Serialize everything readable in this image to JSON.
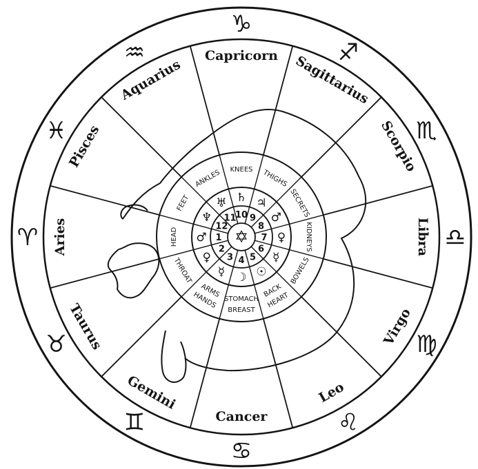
{
  "signs": [
    {
      "name": "Capricorn",
      "glyph": "♑",
      "glyph_name": "capricorn-icon"
    },
    {
      "name": "Sagittarius",
      "glyph": "♐",
      "glyph_name": "sagittarius-icon"
    },
    {
      "name": "Scorpio",
      "glyph": "♏",
      "glyph_name": "scorpio-icon"
    },
    {
      "name": "Libra",
      "glyph": "♎",
      "glyph_name": "libra-icon"
    },
    {
      "name": "Virgo",
      "glyph": "♍",
      "glyph_name": "virgo-icon"
    },
    {
      "name": "Leo",
      "glyph": "♌",
      "glyph_name": "leo-icon"
    },
    {
      "name": "Cancer",
      "glyph": "♋",
      "glyph_name": "cancer-icon"
    },
    {
      "name": "Gemini",
      "glyph": "♊",
      "glyph_name": "gemini-icon"
    },
    {
      "name": "Taurus",
      "glyph": "♉",
      "glyph_name": "taurus-icon"
    },
    {
      "name": "Aries",
      "glyph": "♈",
      "glyph_name": "aries-icon"
    },
    {
      "name": "Pisces",
      "glyph": "♓",
      "glyph_name": "pisces-icon"
    },
    {
      "name": "Aquarius",
      "glyph": "♒",
      "glyph_name": "aquarius-icon"
    }
  ],
  "body_parts": [
    {
      "lines": [
        "KNEES"
      ]
    },
    {
      "lines": [
        "THIGHS"
      ]
    },
    {
      "lines": [
        "SECRETS"
      ]
    },
    {
      "lines": [
        "KIDNEYS"
      ]
    },
    {
      "lines": [
        "BOWELS"
      ]
    },
    {
      "lines": [
        "HEART",
        "BACK"
      ]
    },
    {
      "lines": [
        "BREAST",
        "STOMACH"
      ]
    },
    {
      "lines": [
        "HANDS",
        "ARMS"
      ]
    },
    {
      "lines": [
        "THROAT"
      ]
    },
    {
      "lines": [
        "HEAD"
      ]
    },
    {
      "lines": [
        "FEET"
      ]
    },
    {
      "lines": [
        "ANKLES"
      ]
    }
  ],
  "planets": [
    {
      "symbol": "♄",
      "name": "saturn-icon"
    },
    {
      "symbol": "♃",
      "name": "jupiter-icon"
    },
    {
      "symbol": "♂",
      "name": "mars-icon"
    },
    {
      "symbol": "♀",
      "name": "venus-icon"
    },
    {
      "symbol": "☿",
      "name": "mercury-icon"
    },
    {
      "symbol": "☉",
      "name": "sun-icon"
    },
    {
      "symbol": "☽",
      "name": "moon-icon"
    },
    {
      "symbol": "☿",
      "name": "mercury-icon"
    },
    {
      "symbol": "♀",
      "name": "venus-icon"
    },
    {
      "symbol": "♂",
      "name": "mars-icon"
    },
    {
      "symbol": "♆",
      "name": "neptune-icon"
    },
    {
      "symbol": "♅",
      "name": "uranus-icon"
    }
  ],
  "house_numbers": [
    "10",
    "9",
    "8",
    "7",
    "6",
    "5",
    "4",
    "3",
    "2",
    "1",
    "12",
    "11"
  ],
  "center_symbol": "✡"
}
